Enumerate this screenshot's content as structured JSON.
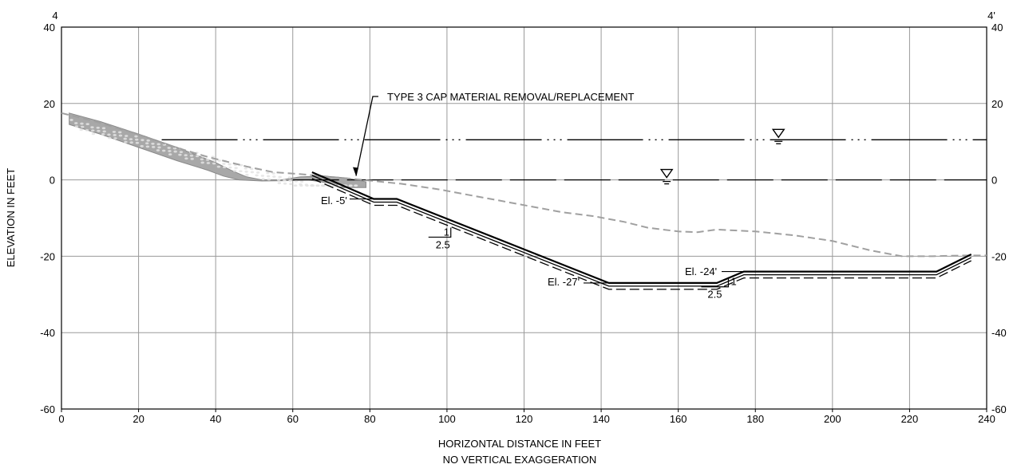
{
  "chart_data": {
    "type": "cross-section",
    "section_label_left": "4",
    "section_label_right": "4'",
    "xlabel": "HORIZONTAL DISTANCE IN FEET",
    "xlabel_note": "NO VERTICAL EXAGGERATION",
    "ylabel": "ELEVATION IN FEET",
    "xlim": [
      0,
      240
    ],
    "ylim": [
      -60,
      40
    ],
    "x_ticks": [
      0,
      20,
      40,
      60,
      80,
      100,
      120,
      140,
      160,
      180,
      200,
      220,
      240
    ],
    "y_ticks": [
      -60,
      -40,
      -20,
      0,
      20,
      40
    ],
    "grid": true,
    "series": [
      {
        "style": "existing-ground-gray-dashed",
        "points": [
          [
            0,
            17.5
          ],
          [
            8,
            15.5
          ],
          [
            18,
            12.5
          ],
          [
            28,
            9
          ],
          [
            38,
            6
          ],
          [
            48,
            3.5
          ],
          [
            55,
            2
          ],
          [
            62,
            1.5
          ],
          [
            70,
            0.8
          ],
          [
            78,
            0
          ],
          [
            88,
            -1
          ],
          [
            98,
            -2.5
          ],
          [
            106,
            -4
          ],
          [
            114,
            -5.5
          ],
          [
            122,
            -7
          ],
          [
            130,
            -8.5
          ],
          [
            138,
            -9.5
          ],
          [
            146,
            -11
          ],
          [
            152,
            -12.5
          ],
          [
            160,
            -13.5
          ],
          [
            165,
            -13.7
          ],
          [
            170,
            -13
          ],
          [
            180,
            -13.5
          ],
          [
            190,
            -14.5
          ],
          [
            200,
            -16
          ],
          [
            210,
            -18.5
          ],
          [
            218,
            -20
          ],
          [
            226,
            -20
          ],
          [
            234,
            -19.8
          ],
          [
            240,
            -19.8
          ]
        ]
      },
      {
        "style": "dredge-design-template",
        "points": [
          [
            65,
            2
          ],
          [
            81,
            -5
          ],
          [
            87,
            -5
          ],
          [
            142,
            -27
          ],
          [
            170,
            -27
          ],
          [
            177,
            -24
          ],
          [
            227,
            -24
          ],
          [
            236,
            -19.5
          ]
        ]
      }
    ],
    "cap_material_polygon": [
      [
        2,
        17.5
      ],
      [
        10,
        15.3
      ],
      [
        20,
        12
      ],
      [
        30,
        8.5
      ],
      [
        40,
        4.5
      ],
      [
        44,
        2.5
      ],
      [
        48,
        0.8
      ],
      [
        52,
        0
      ],
      [
        57,
        0
      ],
      [
        62,
        0.8
      ],
      [
        68,
        1
      ],
      [
        74,
        0.5
      ],
      [
        79,
        -0.5
      ],
      [
        79,
        -2
      ],
      [
        73,
        -2
      ],
      [
        69,
        -0.8
      ],
      [
        64,
        0
      ],
      [
        58,
        -0.2
      ],
      [
        52,
        -0.3
      ],
      [
        46,
        0
      ],
      [
        42,
        1
      ],
      [
        38,
        2.5
      ],
      [
        30,
        5
      ],
      [
        20,
        8.5
      ],
      [
        10,
        12
      ],
      [
        2,
        14.5
      ]
    ],
    "water_levels": [
      {
        "elevation": 10.5,
        "style": "dash-dot-dot",
        "x_start": 26,
        "x_end": 240,
        "symbol_x": 186
      },
      {
        "elevation": 0,
        "style": "long-dash",
        "x_start": 60,
        "x_end": 240,
        "symbol_x": 157
      }
    ],
    "annotations": [
      {
        "text": "TYPE 3 CAP MATERIAL REMOVAL/REPLACEMENT",
        "x": 76,
        "y": 0
      },
      {
        "text": "El. -5'",
        "x": 81,
        "y": -5
      },
      {
        "text": "El. -27'",
        "x": 142,
        "y": -27
      },
      {
        "text": "El. -24'",
        "x": 177,
        "y": -24
      }
    ],
    "slope_labels": [
      {
        "rise": "1",
        "run": "2.5",
        "x": 101,
        "y": -15
      },
      {
        "rise": "1",
        "run": "2.5",
        "x": 173,
        "y": -28
      }
    ]
  }
}
